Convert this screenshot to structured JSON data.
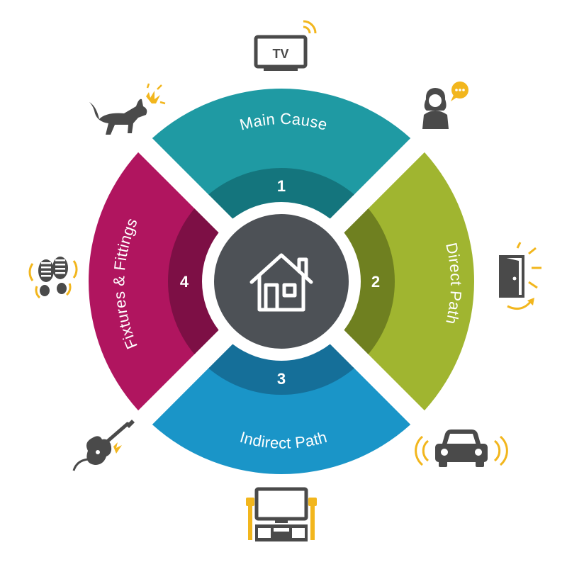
{
  "segments": [
    {
      "number": "1",
      "label": "Main Cause",
      "color": "#1f9aa3",
      "inner_color": "#14757d"
    },
    {
      "number": "2",
      "label": "Direct Path",
      "color": "#a0b530",
      "inner_color": "#6f8020"
    },
    {
      "number": "3",
      "label": "Indirect Path",
      "color": "#1a95c8",
      "inner_color": "#156f99"
    },
    {
      "number": "4",
      "label": "Fixtures & Fittings",
      "color": "#b0155f",
      "inner_color": "#7d0f45"
    }
  ],
  "center": {
    "icon": "house-icon",
    "color": "#4d5156"
  },
  "icons": {
    "tv": {
      "name": "tv-icon",
      "label": "TV"
    },
    "person": "talking-person-icon",
    "dog": "barking-dog-icon",
    "footsteps": "footsteps-icon",
    "door": "slamming-door-icon",
    "car": "car-alarm-icon",
    "guitar": "electric-guitar-icon",
    "home_theater": "home-theater-icon"
  },
  "colors": {
    "icon_dark": "#4a4a4a",
    "icon_accent": "#f2b61d"
  }
}
